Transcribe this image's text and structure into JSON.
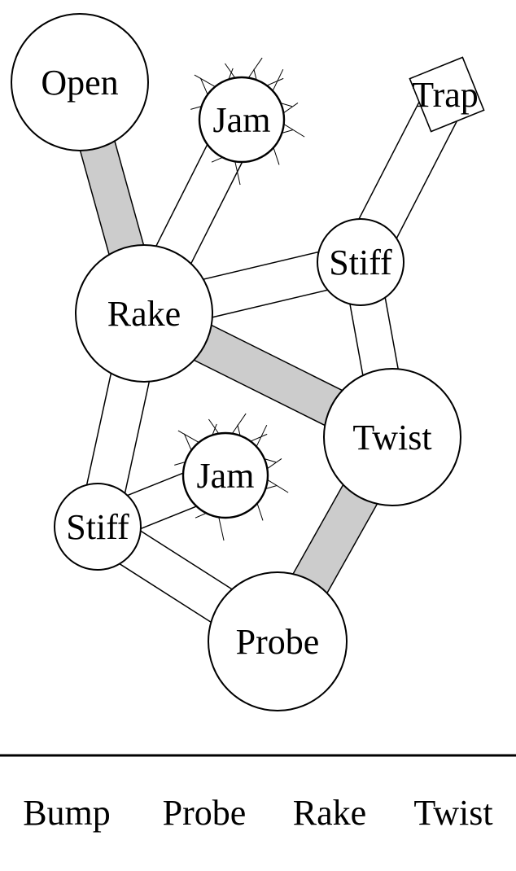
{
  "diagram": {
    "title": "",
    "colors": {
      "stroke": "#000000",
      "node_fill": "#ffffff",
      "highlight_edge_fill": "#cccccc",
      "plain_edge_fill": "#ffffff"
    },
    "nodes": [
      {
        "id": "open",
        "label": "Open",
        "shape": "circle",
        "style": "plain"
      },
      {
        "id": "jam1",
        "label": "Jam",
        "shape": "circle",
        "style": "spiky"
      },
      {
        "id": "trap",
        "label": "Trap",
        "shape": "square",
        "style": "plain"
      },
      {
        "id": "rake",
        "label": "Rake",
        "shape": "circle",
        "style": "plain"
      },
      {
        "id": "stiff1",
        "label": "Stiff",
        "shape": "circle",
        "style": "plain"
      },
      {
        "id": "twist",
        "label": "Twist",
        "shape": "circle",
        "style": "plain"
      },
      {
        "id": "jam2",
        "label": "Jam",
        "shape": "circle",
        "style": "spiky"
      },
      {
        "id": "stiff2",
        "label": "Stiff",
        "shape": "circle",
        "style": "plain"
      },
      {
        "id": "probe",
        "label": "Probe",
        "shape": "circle",
        "style": "plain"
      }
    ],
    "edges": [
      {
        "from": "open",
        "to": "rake",
        "highlighted": true
      },
      {
        "from": "jam1",
        "to": "rake",
        "highlighted": false
      },
      {
        "from": "trap",
        "to": "stiff1",
        "highlighted": false
      },
      {
        "from": "rake",
        "to": "stiff1",
        "highlighted": false
      },
      {
        "from": "rake",
        "to": "twist",
        "highlighted": true
      },
      {
        "from": "stiff1",
        "to": "twist",
        "highlighted": false
      },
      {
        "from": "rake",
        "to": "stiff2",
        "highlighted": false
      },
      {
        "from": "stiff2",
        "to": "jam2",
        "highlighted": false
      },
      {
        "from": "stiff2",
        "to": "probe",
        "highlighted": false
      },
      {
        "from": "twist",
        "to": "probe",
        "highlighted": true
      }
    ]
  },
  "legend": {
    "items": [
      "Bump",
      "Probe",
      "Rake",
      "Twist"
    ]
  }
}
